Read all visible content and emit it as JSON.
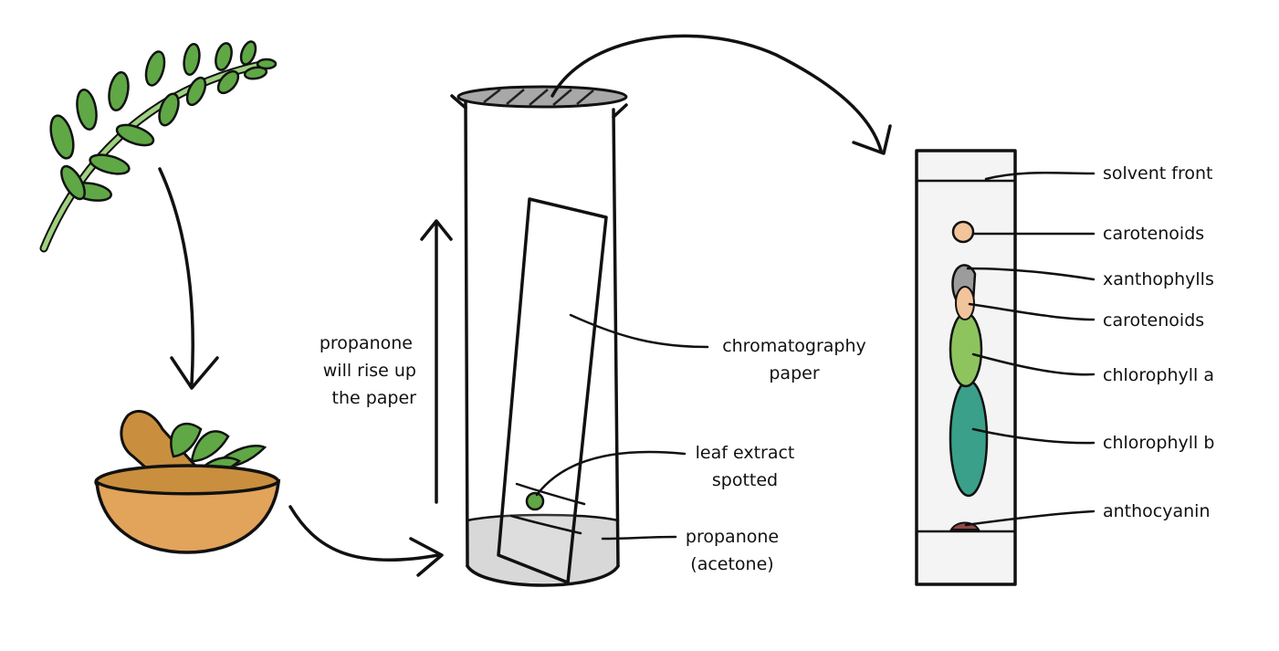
{
  "labels": {
    "rise_line1": "propanone",
    "rise_line2": "will rise up",
    "rise_line3": "the paper",
    "paper_line1": "chromatography",
    "paper_line2": "paper",
    "spot_line1": "leaf extract",
    "spot_line2": "spotted",
    "solvent_line1": "propanone",
    "solvent_line2": "(acetone)"
  },
  "chromatogram": {
    "bands": [
      {
        "label": "solvent front",
        "color": "#111111"
      },
      {
        "label": "carotenoids",
        "color": "#F2C49B"
      },
      {
        "label": "xanthophylls",
        "color": "#9C9C9C"
      },
      {
        "label": "carotenoids",
        "color": "#F2C49B"
      },
      {
        "label": "chlorophyll a",
        "color": "#8DC45E"
      },
      {
        "label": "chlorophyll b",
        "color": "#3AA089"
      },
      {
        "label": "anthocyanin",
        "color": "#8E4A4A"
      }
    ]
  },
  "colors": {
    "leaf": "#5FA845",
    "stem": "#9ED27E",
    "bowl": "#E2A35A",
    "pestle": "#C98F3E",
    "solvent": "#D8D8D8",
    "lid": "#A8A8A8",
    "strip_bg": "#F4F4F4"
  }
}
